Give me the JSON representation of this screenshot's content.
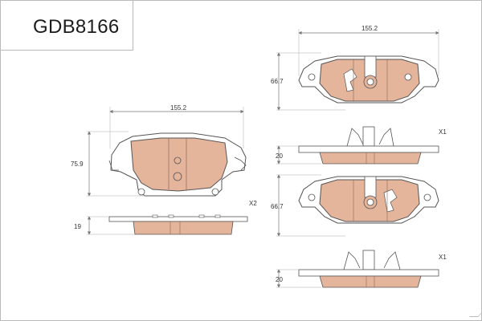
{
  "part_number": "GDB8166",
  "left_pad": {
    "width_label": "155.2",
    "height_label": "75.9",
    "thickness_label": "19",
    "quantity_label": "X2"
  },
  "right_pads": {
    "width_label": "155.2",
    "top_height_label": "66.7",
    "top_thickness_label": "20",
    "top_quantity_label": "X1",
    "bottom_height_label": "66.7",
    "bottom_thickness_label": "20",
    "bottom_quantity_label": "X1"
  },
  "colors": {
    "pad_fill": "#e4b49b",
    "backplate_fill": "#ffffff",
    "line": "#555555",
    "dimension_line": "#777777"
  }
}
